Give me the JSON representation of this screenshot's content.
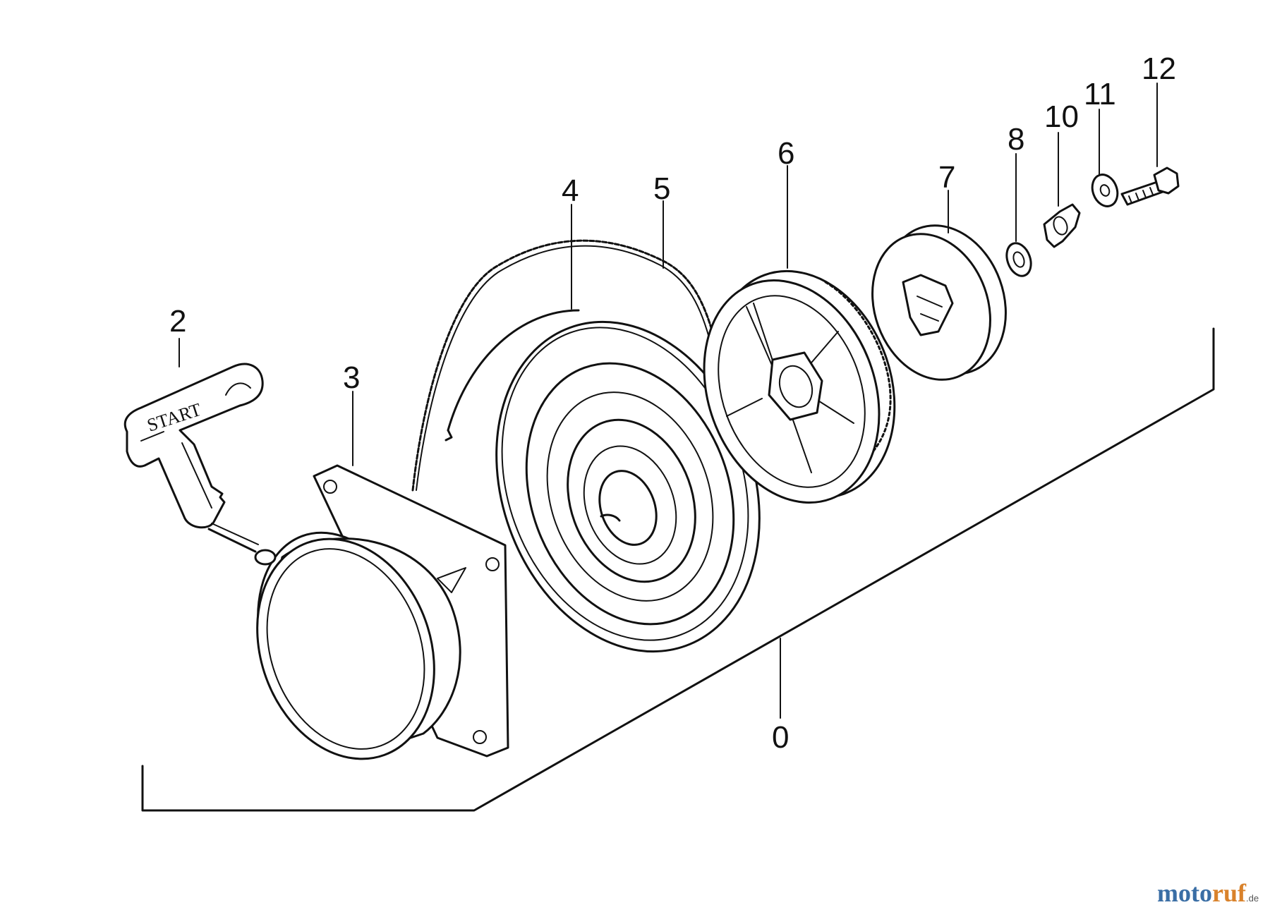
{
  "diagram": {
    "callouts": [
      "0",
      "2",
      "3",
      "4",
      "5",
      "6",
      "7",
      "8",
      "10",
      "11",
      "12"
    ],
    "handle_text": "START"
  },
  "watermark": {
    "part1": "moto",
    "part2": "ruf",
    "suffix": ".de",
    "colors": {
      "part1": "#3a6ea5",
      "part2": "#d9822b"
    }
  }
}
